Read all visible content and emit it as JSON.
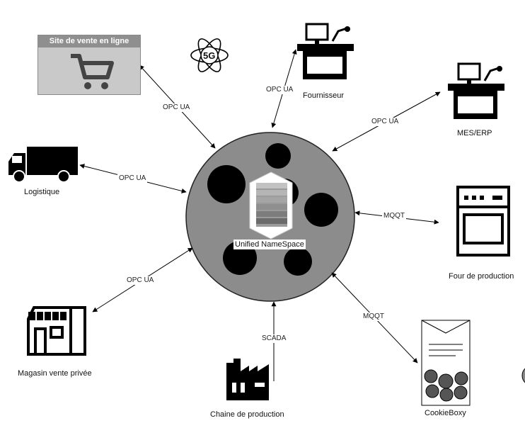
{
  "center": {
    "label": "Unified NameSpace"
  },
  "nodes": {
    "site": {
      "title": "Site de vente en ligne",
      "icon": "shopping-cart-icon"
    },
    "network5g": {
      "label": "5G",
      "icon": "5g-network-icon"
    },
    "fournisseur": {
      "label": "Fournisseur",
      "icon": "workstation-icon"
    },
    "mes": {
      "label": "MES/ERP",
      "icon": "workstation-icon"
    },
    "logistique": {
      "label": "Logistique",
      "icon": "truck-icon"
    },
    "four": {
      "label": "Four de production",
      "icon": "oven-icon"
    },
    "magasin": {
      "label": "Magasin vente privée",
      "icon": "store-icon"
    },
    "chaine": {
      "label": "Chaine de production",
      "icon": "factory-icon"
    },
    "cookie": {
      "label": "CookieBoxy",
      "icon": "cookie-box-icon"
    }
  },
  "edges": {
    "site": "OPC UA",
    "fournisseur": "OPC UA",
    "mes": "OPC UA",
    "logistique": "OPC UA",
    "four": "MQQT",
    "magasin": "OPC UA",
    "chaine": "SCADA",
    "cookie": "MQQT"
  },
  "colors": {
    "hub": "#8c8c8c",
    "ink": "#000000",
    "panel": "#c9c9c9"
  }
}
